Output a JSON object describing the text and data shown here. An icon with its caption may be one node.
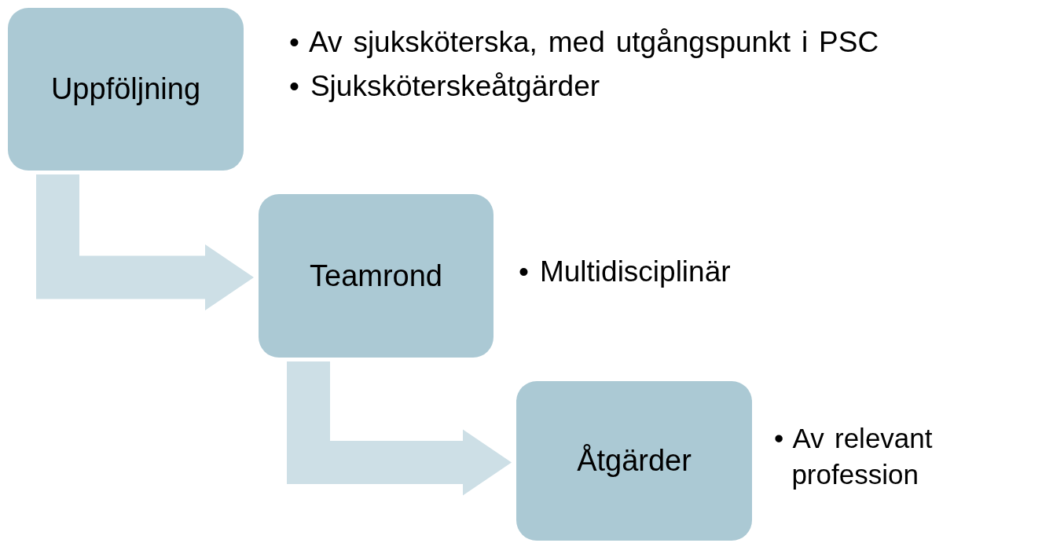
{
  "diagram": {
    "nodes": [
      {
        "text": [
          "Uppföljning"
        ],
        "beside": [
          "• Av sjuksköterska, med utgångspunkt i PSC",
          "• Sjuksköterskeåtgärder"
        ]
      },
      {
        "text": [
          "Teamrond"
        ],
        "beside": [
          "• Multidisciplinär"
        ]
      },
      {
        "text": [
          "Åtgärder"
        ],
        "beside": [
          "• Av relevant profession"
        ]
      }
    ],
    "edges": [
      {
        "from": 0,
        "to": 1,
        "arrow": "to"
      },
      {
        "from": 1,
        "to": 2,
        "arrow": "to"
      }
    ]
  }
}
